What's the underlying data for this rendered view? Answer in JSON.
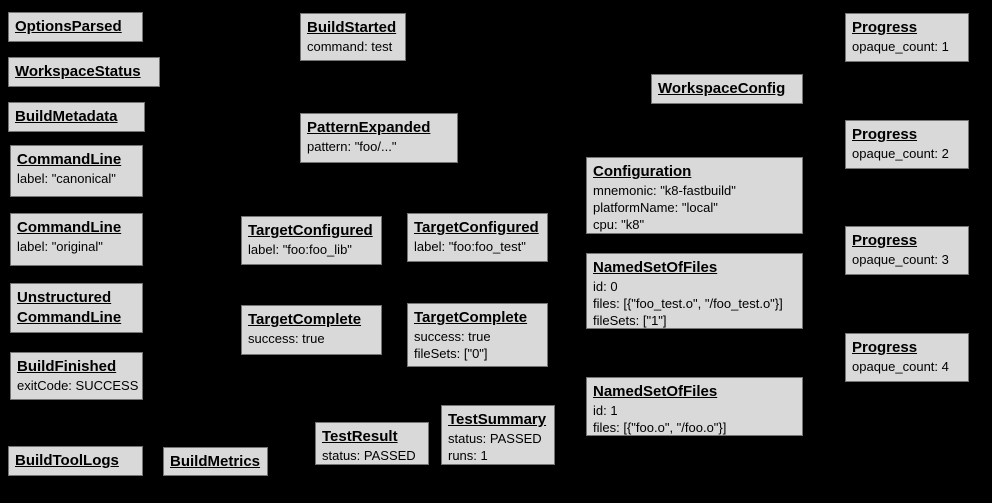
{
  "colors": {
    "background": "#000000",
    "box_fill": "#d9d9d9",
    "box_border": "#757575",
    "text": "#000000"
  },
  "boxes": {
    "options_parsed": {
      "title": "OptionsParsed",
      "lines": []
    },
    "workspace_status": {
      "title": "WorkspaceStatus",
      "lines": []
    },
    "build_metadata": {
      "title": "BuildMetadata",
      "lines": []
    },
    "command_line_canonical": {
      "title": "CommandLine",
      "lines": [
        "label: \"canonical\""
      ]
    },
    "command_line_original": {
      "title": "CommandLine",
      "lines": [
        "label: \"original\""
      ]
    },
    "unstructured_command_line": {
      "title": "Unstructured\nCommandLine",
      "lines": []
    },
    "build_finished": {
      "title": "BuildFinished",
      "lines": [
        "exitCode: SUCCESS"
      ]
    },
    "build_tool_logs": {
      "title": "BuildToolLogs",
      "lines": []
    },
    "build_metrics": {
      "title": "BuildMetrics",
      "lines": []
    },
    "build_started": {
      "title": "BuildStarted",
      "lines": [
        "command: test"
      ]
    },
    "pattern_expanded": {
      "title": "PatternExpanded",
      "lines": [
        "pattern: \"foo/...\""
      ]
    },
    "target_configured_lib": {
      "title": "TargetConfigured",
      "lines": [
        "label: \"foo:foo_lib\""
      ]
    },
    "target_configured_test": {
      "title": "TargetConfigured",
      "lines": [
        "label: \"foo:foo_test\""
      ]
    },
    "target_complete_lib": {
      "title": "TargetComplete",
      "lines": [
        "success: true"
      ]
    },
    "target_complete_test": {
      "title": "TargetComplete",
      "lines": [
        "success: true",
        "fileSets: [\"0\"]"
      ]
    },
    "test_result": {
      "title": "TestResult",
      "lines": [
        "status: PASSED"
      ]
    },
    "test_summary": {
      "title": "TestSummary",
      "lines": [
        "status: PASSED",
        "runs: 1"
      ]
    },
    "workspace_config": {
      "title": "WorkspaceConfig",
      "lines": []
    },
    "configuration": {
      "title": "Configuration",
      "lines": [
        "mnemonic: \"k8-fastbuild\"",
        "platformName: \"local\"",
        "cpu: \"k8\""
      ]
    },
    "named_set_of_files_0": {
      "title": "NamedSetOfFiles",
      "lines": [
        "id: 0",
        "files: [{\"foo_test.o\", \"/foo_test.o\"}]",
        "fileSets: [\"1\"]"
      ]
    },
    "named_set_of_files_1": {
      "title": "NamedSetOfFiles",
      "lines": [
        "id: 1",
        "files: [{\"foo.o\", \"/foo.o\"}]"
      ]
    },
    "progress_1": {
      "title": "Progress",
      "lines": [
        "opaque_count: 1"
      ]
    },
    "progress_2": {
      "title": "Progress",
      "lines": [
        "opaque_count: 2"
      ]
    },
    "progress_3": {
      "title": "Progress",
      "lines": [
        "opaque_count: 3"
      ]
    },
    "progress_4": {
      "title": "Progress",
      "lines": [
        "opaque_count: 4"
      ]
    }
  }
}
